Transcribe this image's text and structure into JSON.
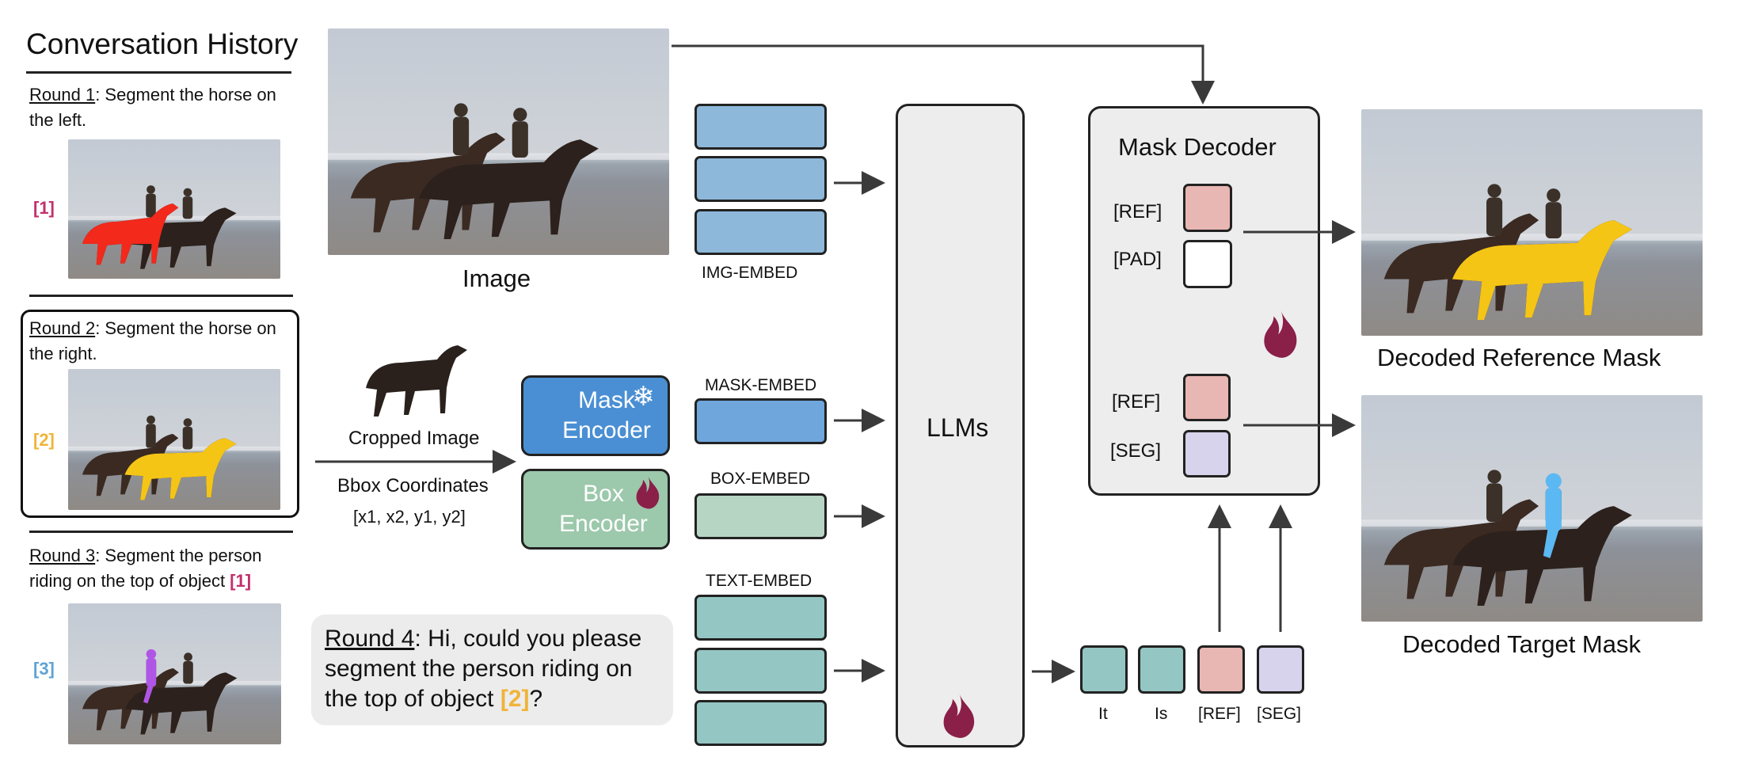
{
  "history": {
    "title": "Conversation History",
    "rounds": [
      {
        "name": "Round 1",
        "text": ": Segment the horse on the left.",
        "tag": "[1]"
      },
      {
        "name": "Round 2",
        "text": ": Segment the horse on the right.",
        "tag": "[2]"
      },
      {
        "name": "Round 3",
        "text": ": Segment the person riding on the top of object ",
        "ref": "[1]",
        "tag": "[3]"
      }
    ]
  },
  "prompt": {
    "name": "Round 4",
    "text": ": Hi, could you please segment the person riding on the top of object ",
    "ref": "[2]",
    "end": "?"
  },
  "labels": {
    "image": "Image",
    "cropped": "Cropped Image",
    "bbox": "Bbox Coordinates",
    "coords": "[x1, x2, y1, y2]",
    "mask_enc_1": "Mask",
    "mask_enc_2": "Encoder",
    "box_enc_1": "Box",
    "box_enc_2": "Encoder",
    "img_embed": "IMG-EMBED",
    "mask_embed": "MASK-EMBED",
    "box_embed": "BOX-EMBED",
    "text_embed": "TEXT-EMBED",
    "llm": "LLMs",
    "decoder": "Mask Decoder",
    "ref1": "[REF]",
    "pad": "[PAD]",
    "ref2": "[REF]",
    "seg": "[SEG]",
    "tok_it": "It",
    "tok_is": "Is",
    "tok_ref": "[REF]",
    "tok_seg": "[SEG]",
    "out_ref": "Decoded Reference Mask",
    "out_tgt": "Decoded Target Mask"
  },
  "colors": {
    "img_embed": "#8db8da",
    "mask_embed": "#6fa6dc",
    "box_embed": "#b7d5c3",
    "text_embed": "#94c6c3",
    "mask_encoder": "#4a8fd3",
    "box_encoder": "#9cc8ab",
    "ref_token": "#e8b7b3",
    "seg_token": "#d8d3ec",
    "tag1": "#c2306e",
    "tag2": "#f0b43a",
    "tag3": "#5fa3d4",
    "flame": "#8a1f48",
    "highlight_yellow": "#f5c516",
    "highlight_red": "#f2291b",
    "highlight_purple": "#b056e6",
    "highlight_blue": "#5cb8f2"
  }
}
